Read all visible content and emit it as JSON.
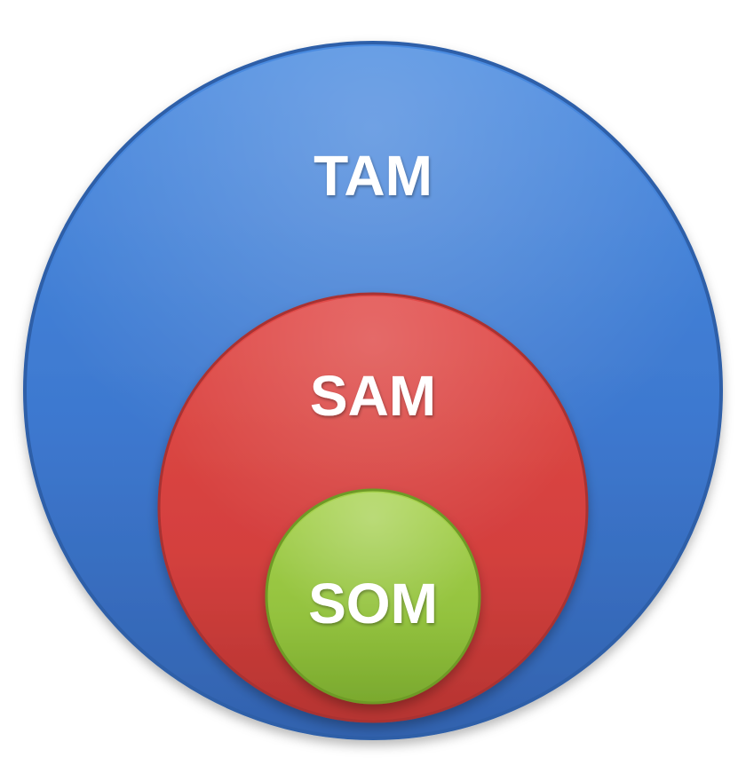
{
  "diagram": {
    "type": "nested-circles",
    "circles": [
      {
        "label": "TAM",
        "color": "#3D7FD6",
        "edge_color": "#2E5FA8"
      },
      {
        "label": "SAM",
        "color": "#D94442",
        "edge_color": "#A93230"
      },
      {
        "label": "SOM",
        "color": "#99C843",
        "edge_color": "#6E9A28"
      }
    ]
  }
}
